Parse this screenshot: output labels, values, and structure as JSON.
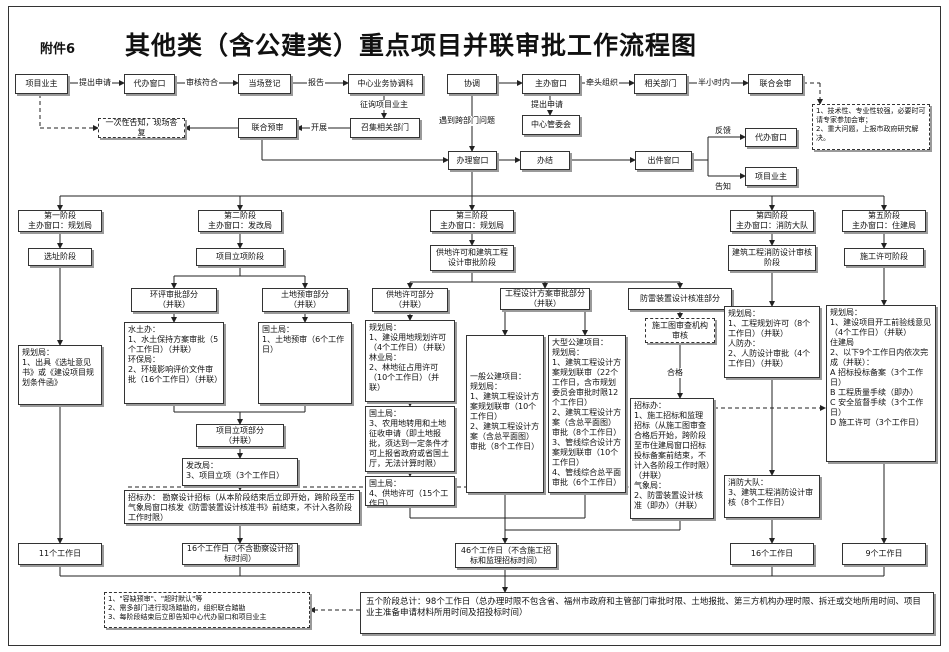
{
  "header": {
    "attachment": "附件6",
    "title": "其他类（含公建类）重点项目并联审批工作流程图"
  },
  "row1": {
    "owner": "项目业主",
    "apply": "提出申请",
    "window": "代办窗口",
    "review": "审核符合",
    "register": "当场登记",
    "report": "报告",
    "center": "中心业务协调科",
    "coordinate": "协调",
    "lead_window": "主办窗口",
    "organize": "牵头组织",
    "departments": "相关部门",
    "half_hour": "半小时内",
    "joint_meeting": "联合会审"
  },
  "row2": {
    "solicit": "征询项目业主",
    "cross_dept": "遇到跨部门问题",
    "apply": "提出申请",
    "convene": "召集相关部门",
    "committee": "中心管委会"
  },
  "row3": {
    "notice": "一次性告知，现场答复",
    "prereview": "联合预审",
    "open": "开展"
  },
  "row4": {
    "office": "办理窗口",
    "complete": "办结",
    "out_window": "出件窗口",
    "feedback": "反馈",
    "inform": "告知",
    "agent": "代办窗口",
    "owner": "项目业主"
  },
  "note_top": "1、技术性、专业性较强，必要时可请专家参加会审；\n2、重大问题，上报市政府研究解决。",
  "stages": [
    {
      "title": "第一阶段\n主办窗口：规划局",
      "phase": "选址阶段",
      "detail": "规划局：\n1、出具《选址意见书》或《建设项目规划条件函》",
      "days": "11个工作日"
    },
    {
      "title": "第二阶段\n主办窗口：发改局",
      "phase": "项目立项阶段",
      "days": "16个工作日（不含勘察设计招标时间）"
    },
    {
      "title": "第三阶段\n主办窗口：规划局",
      "phase": "供地许可和建筑工程设计审批阶段",
      "days": "46个工作日（不含施工招标和监理招标时间）"
    },
    {
      "title": "第四阶段\n主办窗口：消防大队",
      "phase": "建筑工程消防设计审核阶段",
      "days": "16个工作日"
    },
    {
      "title": "第五阶段\n主办窗口：住建局",
      "phase": "施工许可阶段",
      "days": "9个工作日"
    }
  ],
  "stage2": {
    "env": "环评审批部分\n（并联）",
    "land": "土地预审部分\n（并联）",
    "env_detail": "水土办：\n1、水土保持方案审批（5个工作日）（并联）\n环保局：\n2、环境影响评价文件审批（16个工作日）（并联）",
    "land_detail": "国土局：\n1、土地预审（6个工作日）",
    "approval": "项目立项部分\n（并联）",
    "dev": "发改局：\n3、项目立项（3个工作日）",
    "bid": "招标办：\n勘察设计招标（从本阶段结束后立即开始，跨阶段至市气象局窗口核发《防雷装置设计核准书》前结束，不计入各阶段工作时限）"
  },
  "stage3": {
    "supply": "供地许可部分\n（并联）",
    "plan": "工程设计方案审批部分（并联）",
    "lightning": "防雷装置设计核准部分",
    "drawing": "施工图审查机构审核",
    "pass": "合格",
    "supply_detail": "规划局：\n1、建设用地规划许可（4个工作日）（并联）\n林业局：\n2、林地征占用许可（10个工作日）（并联）",
    "land_detail": "国土局：\n3、农用地转用和土地征收申请（即土地报批，须达到一定条件才可上报省政府或省国土厅，无法计算时限）",
    "land_permit": "国土局：\n4、供地许可（15个工作日）",
    "general": "一般公建项目：\n规划局：\n1、建筑工程设计方案规划联审（10个工作日）\n2、建筑工程设计方案（含总平面图）审批（8个工作日）",
    "large": "大型公建项目：\n规划局：\n1、建筑工程设计方案规划联审（22个工作日，含市规划委员会审批时限12个工作日）\n2、建筑工程设计方案（含总平面图）审批（8个工作日）\n3、管线综合设计方案规划联审（10个工作日）\n4、管线综合总平面审批（6个工作日）",
    "construction": "招标办：\n1、施工招标和监理招标（从施工图审查合格后开始，跨阶段至市住建局窗口招标投标备案前结束，不计入各阶段工作时限）（并联）\n气象局：\n2、防雷装置设计核准（即办）（并联）"
  },
  "stage4": {
    "detail": "规划局：\n1、工程规划许可（8个工作日）（并联）\n人防办：\n2、人防设计审批（4个工作日）（并联）",
    "fire": "消防大队：\n3、建筑工程消防设计审核（8个工作日）"
  },
  "stage5": {
    "detail": "规划局：\n1、建设项目开工前验线意见（4个工作日）（并联）\n住建局\n2、以下9个工作日内依次完成（并联）：\nA 招标投标备案（3个工作日）\nB 工程质量手续（即办）\nC 安全监督手续（3个工作日）\nD 施工许可（3个工作日）"
  },
  "note_bottom": "1、\"容缺预审\"、\"超时默认\"等\n2、需多部门进行现场踏勘的，组织联合踏勘\n3、每阶段结束后立即告知中心代办窗口和项目业主",
  "summary": "五个阶段总计：98个工作日（总办理时限不包含省、福州市政府和主管部门审批时限、土地报批、第三方机构办理时限、拆迁或交地所用时间、项目业主准备申请材料所用时间及招投标时间）"
}
